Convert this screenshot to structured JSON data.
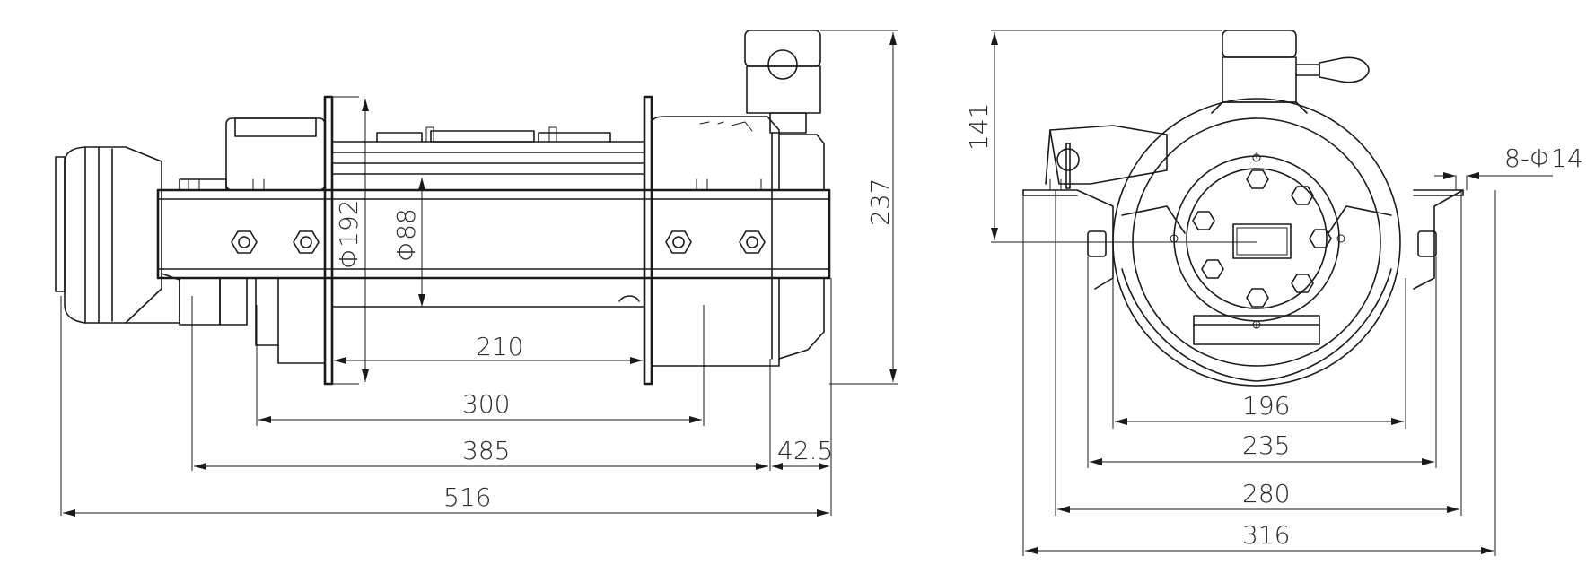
{
  "side_view": {
    "dims": {
      "drum_dia": "Φ192",
      "hub_dia": "Φ88",
      "height": "237",
      "drum_len": "210",
      "flange_span": "300",
      "mount_span": "385",
      "offset": "42.5",
      "overall_len": "516"
    }
  },
  "end_view": {
    "dims": {
      "axis_height": "141",
      "holes": "8-Φ14",
      "w196": "196",
      "w235": "235",
      "w280": "280",
      "w316": "316"
    }
  },
  "colors": {
    "line": "#1a1a1a",
    "background": "#ffffff"
  }
}
